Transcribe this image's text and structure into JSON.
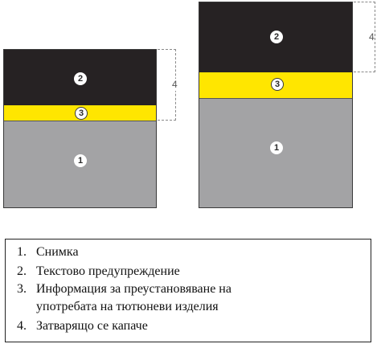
{
  "packs": [
    {
      "zones": {
        "dark": "2",
        "yellow": "3",
        "grey": "1"
      },
      "bracket_label": "4"
    },
    {
      "zones": {
        "dark": "2",
        "yellow": "3",
        "grey": "1"
      },
      "bracket_label": "4"
    }
  ],
  "legend": [
    {
      "num": "1.",
      "text": "Снимка"
    },
    {
      "num": "2.",
      "text": "Текстово предупреждение"
    },
    {
      "num": "3.",
      "text": "Информация за преустановяване на"
    },
    {
      "num": "",
      "text": "употребата на тютюневи изделия"
    },
    {
      "num": "4.",
      "text": "Затварящо се капаче"
    }
  ],
  "colors": {
    "text_warning": "#262223",
    "cessation_info": "#ffe600",
    "photo": "#a3a3a5"
  }
}
